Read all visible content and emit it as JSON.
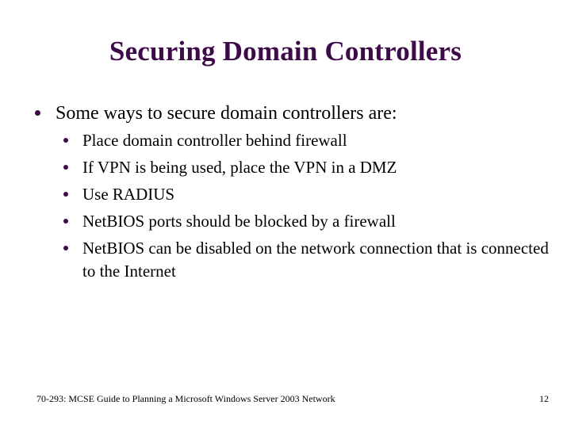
{
  "slide": {
    "title": "Securing Domain Controllers",
    "background_color": "#FFFFFF",
    "accent_color": "#3F0A4A",
    "body_text_color": "#000000",
    "bullets": [
      {
        "level": 1,
        "text": "Some ways to secure domain controllers are:",
        "bullet_glyph": "filled-circle"
      }
    ],
    "sub_bullets": [
      {
        "level": 2,
        "text": "Place domain controller behind firewall",
        "bullet_glyph": "filled-circle"
      },
      {
        "level": 2,
        "text": "If VPN is being used, place the VPN in a DMZ",
        "bullet_glyph": "filled-circle"
      },
      {
        "level": 2,
        "text": "Use RADIUS",
        "bullet_glyph": "filled-circle"
      },
      {
        "level": 2,
        "text": "NetBIOS ports should be blocked by a firewall",
        "bullet_glyph": "filled-circle"
      },
      {
        "level": 2,
        "text": "NetBIOS can be disabled on the network connection that is connected to the Internet",
        "bullet_glyph": "filled-circle"
      }
    ]
  },
  "footer": {
    "course_text": "70-293: MCSE Guide to Planning a Microsoft Windows Server 2003 Network",
    "page_number": "12"
  }
}
